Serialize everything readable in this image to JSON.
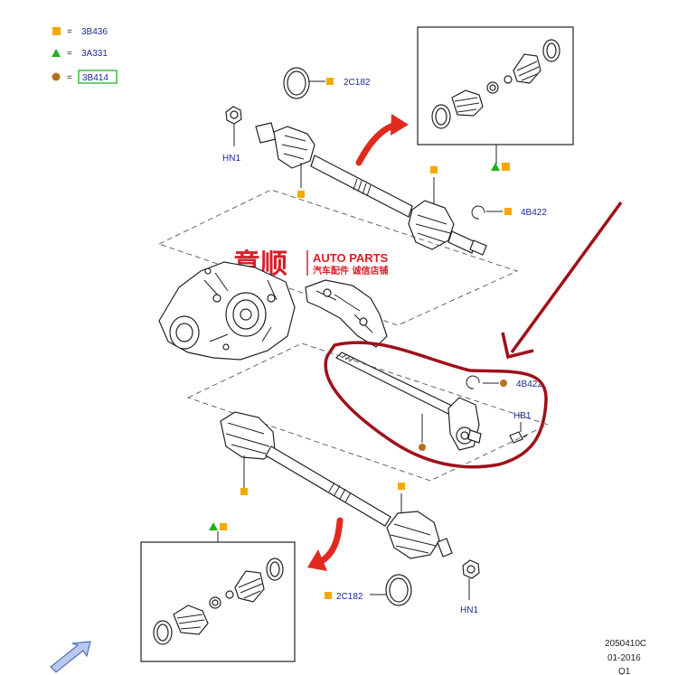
{
  "legend": [
    {
      "symbol": "square",
      "color": "#f5a800",
      "eq": "=",
      "code": "3B436"
    },
    {
      "symbol": "triangle",
      "color": "#1fb31f",
      "eq": "=",
      "code": "3A331"
    },
    {
      "symbol": "circle",
      "color": "#b5701f",
      "eq": "=",
      "code": "3B414",
      "boxed": true
    }
  ],
  "callouts": {
    "top_seal": "2C182",
    "top_nut": "HN1",
    "top_clip": "4B422",
    "mid_clip": "4B422",
    "mid_bolt": "HB1",
    "bottom_seal": "2C182",
    "bottom_nut": "HN1"
  },
  "watermark": {
    "brand_cn": "意顺",
    "brand_en": "AUTO PARTS",
    "slogan_cn": "汽车配件 诚信店铺"
  },
  "footer": {
    "code": "2050410C",
    "date": "01-2016",
    "rev": "Q1"
  },
  "colors": {
    "square": "#f5a800",
    "triangle": "#1fb31f",
    "circle": "#b5701f",
    "red_arrow": "#e02a1e",
    "highlight": "#a0101a",
    "legend_box": "#1fb31f"
  }
}
